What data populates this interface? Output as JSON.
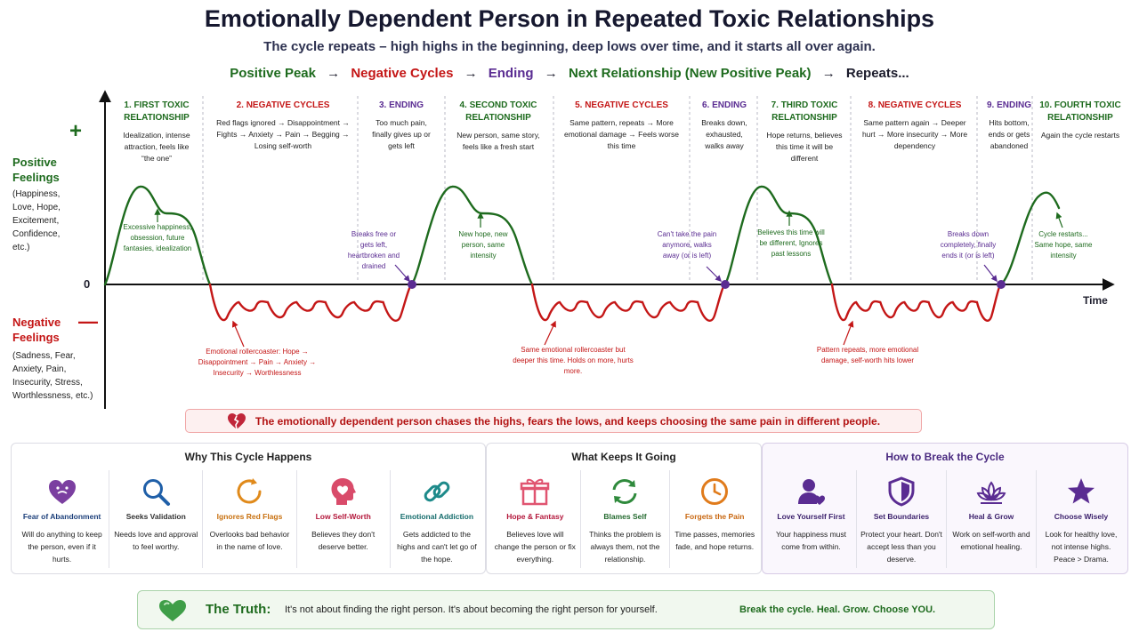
{
  "title": "Emotionally Dependent Person in Repeated Toxic Relationships",
  "subtitle": "The cycle repeats – high highs in the beginning, deep lows over time, and it starts all over again.",
  "flow": {
    "positive": "Positive Peak",
    "negative": "Negative Cycles",
    "ending": "Ending",
    "next": "Next Relationship (New Positive Peak)",
    "repeats": "Repeats...",
    "arrow": "→"
  },
  "axis": {
    "plus": "+",
    "minus": "—",
    "zero": "0",
    "time": "Time",
    "positive_label": "Positive Feelings",
    "positive_sub": "(Happiness, Love, Hope, Excitement, Confidence, etc.)",
    "negative_label": "Negative Feelings",
    "negative_sub": "(Sadness, Fear, Anxiety, Pain, Insecurity, Stress, Worthlessness, etc.)"
  },
  "phases": [
    {
      "title": "1. FIRST TOXIC RELATIONSHIP",
      "desc": "Idealization, intense attraction, feels like “the one”",
      "kind": "positive"
    },
    {
      "title": "2. NEGATIVE CYCLES",
      "desc": "Red flags ignored → Disappointment → Fights → Anxiety → Pain → Begging → Losing self-worth",
      "kind": "negative"
    },
    {
      "title": "3. ENDING",
      "desc": "Too much pain, finally gives up or gets left",
      "kind": "ending"
    },
    {
      "title": "4. SECOND TOXIC RELATIONSHIP",
      "desc": "New person, same story, feels like a fresh start",
      "kind": "positive"
    },
    {
      "title": "5. NEGATIVE CYCLES",
      "desc": "Same pattern, repeats → More emotional damage → Feels worse this time",
      "kind": "negative"
    },
    {
      "title": "6. ENDING",
      "desc": "Breaks down, exhausted, walks away",
      "kind": "ending"
    },
    {
      "title": "7. THIRD TOXIC RELATIONSHIP",
      "desc": "Hope returns, believes this time it will be different",
      "kind": "positive"
    },
    {
      "title": "8. NEGATIVE CYCLES",
      "desc": "Same pattern again → Deeper hurt → More insecurity → More dependency",
      "kind": "negative"
    },
    {
      "title": "9. ENDING",
      "desc": "Hits bottom, ends or gets abandoned",
      "kind": "ending"
    },
    {
      "title": "10. FOURTH TOXIC RELATIONSHIP",
      "desc": "Again the cycle restarts",
      "kind": "positive"
    }
  ],
  "annotations": [
    {
      "text": "Excessive happiness, obsession, future fantasies, idealization",
      "kind": "positive"
    },
    {
      "text": "Emotional rollercoaster: Hope → Disappointment → Pain → Anxiety → Insecurity → Worthlessness",
      "kind": "negative"
    },
    {
      "text": "Breaks free or gets left, heartbroken and drained",
      "kind": "ending"
    },
    {
      "text": "New hope, new person, same intensity",
      "kind": "positive"
    },
    {
      "text": "Same emotional rollercoaster but deeper this time. Holds on more, hurts more.",
      "kind": "negative"
    },
    {
      "text": "Can't take the pain anymore, walks away (or is left)",
      "kind": "ending"
    },
    {
      "text": "Believes this time will be different, Ignores past lessons",
      "kind": "positive"
    },
    {
      "text": "Pattern repeats, more emotional damage, self-worth hits lower",
      "kind": "negative"
    },
    {
      "text": "Breaks down completely, finally ends it (or is left)",
      "kind": "ending"
    },
    {
      "text": "Cycle restarts... Same hope, same intensity",
      "kind": "positive"
    }
  ],
  "banner": {
    "icon": "broken-heart-icon",
    "text": "The emotionally dependent person chases the highs, fears the lows, and keeps choosing the same pain in different people."
  },
  "sections": [
    {
      "title": "Why This Cycle Happens",
      "cards": [
        {
          "icon": "heart-face-icon",
          "color": "#7b3fa0",
          "title": "Fear of Abandonment",
          "desc": "Will do anything to keep the person, even if it hurts."
        },
        {
          "icon": "magnifier-icon",
          "color": "#1f5fa8",
          "title": "Seeks Validation",
          "desc": "Needs love and approval to feel worthy."
        },
        {
          "icon": "refresh-icon",
          "color": "#e08a1b",
          "title": "Ignores Red Flags",
          "desc": "Overlooks bad behavior in the name of love."
        },
        {
          "icon": "head-heart-icon",
          "color": "#d94b6a",
          "title": "Low Self-Worth",
          "desc": "Believes they don't deserve better."
        },
        {
          "icon": "chain-link-icon",
          "color": "#1d8a8a",
          "title": "Emotional Addiction",
          "desc": "Gets addicted to the highs and can't let go of the hope."
        }
      ]
    },
    {
      "title": "What Keeps It Going",
      "cards": [
        {
          "icon": "gift-icon",
          "color": "#e05470",
          "title": "Hope & Fantasy",
          "desc": "Believes love will change the person or fix everything."
        },
        {
          "icon": "cycle-arrows-icon",
          "color": "#2f8a3c",
          "title": "Blames Self",
          "desc": "Thinks the problem is always them, not the relationship."
        },
        {
          "icon": "clock-icon",
          "color": "#e07b1b",
          "title": "Forgets the Pain",
          "desc": "Time passes, memories fade, and hope returns."
        }
      ]
    },
    {
      "title": "How to Break the Cycle",
      "cards": [
        {
          "icon": "person-heart-icon",
          "color": "#5a2c92",
          "title": "Love Yourself First",
          "desc": "Your happiness must come from within."
        },
        {
          "icon": "shield-icon",
          "color": "#5a2c92",
          "title": "Set Boundaries",
          "desc": "Protect your heart. Don't accept less than you deserve."
        },
        {
          "icon": "lotus-icon",
          "color": "#5a2c92",
          "title": "Heal & Grow",
          "desc": "Work on self-worth and emotional healing."
        },
        {
          "icon": "star-icon",
          "color": "#5a2c92",
          "title": "Choose Wisely",
          "desc": "Look for healthy love, not intense highs. Peace > Drama."
        }
      ]
    }
  ],
  "truth": {
    "icon": "green-heart-icon",
    "label": "The Truth:",
    "text": "It's not about finding the right person. It's about becoming the right person for yourself.",
    "action": "Break the cycle. Heal. Grow. Choose YOU."
  },
  "colors": {
    "positive": "#1e6b1e",
    "negative": "#c41616",
    "ending": "#5a2c92",
    "axis": "#111111"
  }
}
